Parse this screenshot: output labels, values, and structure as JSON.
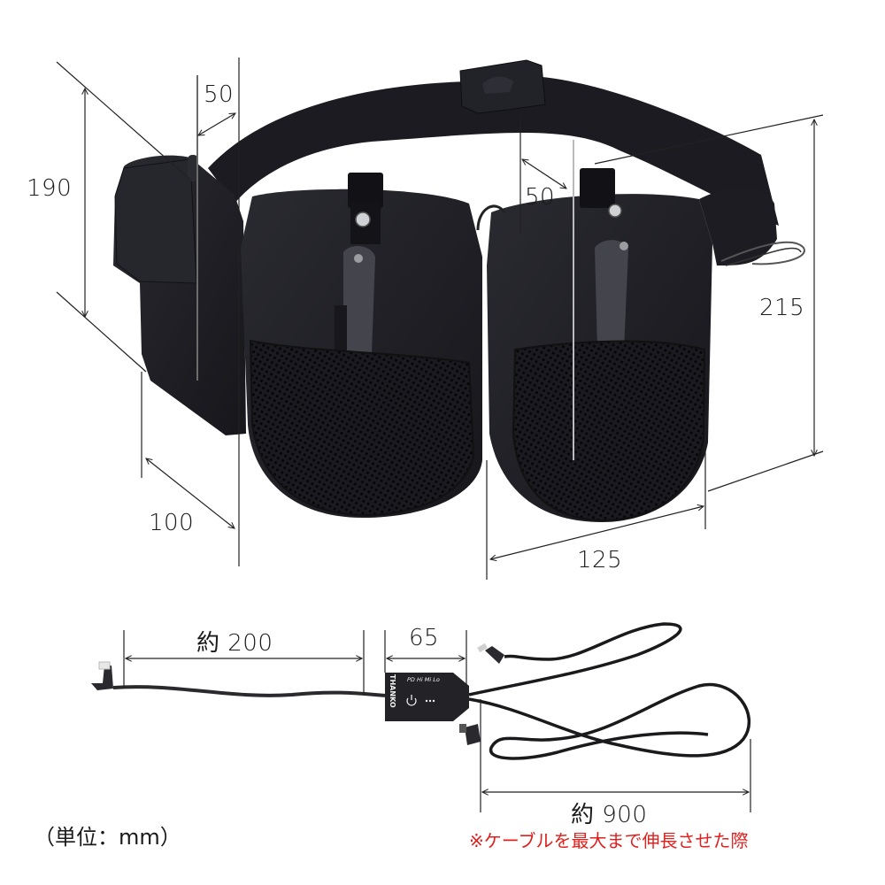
{
  "diagram": {
    "type": "product-dimension-drawing",
    "subject": "waist bag with dual fan units and controller cable",
    "colors": {
      "product": "#1c1c22",
      "dimension_line": "#222222",
      "note_red": "#e0201e",
      "background": "#ffffff"
    },
    "bag_dimensions": {
      "left_pocket_height": "190",
      "left_pocket_width": "50",
      "left_pocket_depth": "100",
      "fan_pocket_width": "50",
      "fan_pocket_height": "215",
      "fan_pocket_depth": "125"
    },
    "cable_dimensions": {
      "usb_cable_length": "約 200",
      "controller_length": "65",
      "branch_cable_length": "約 900"
    },
    "controller": {
      "brand": "THANKO",
      "mode_labels": "PD Hi Mi Lo",
      "power_icon": "power-icon",
      "indicator_icon": "led-dots-icon"
    },
    "notes": {
      "unit": "（単位：mm）",
      "cable_note": "※ケーブルを最大まで伸長させた際"
    }
  }
}
